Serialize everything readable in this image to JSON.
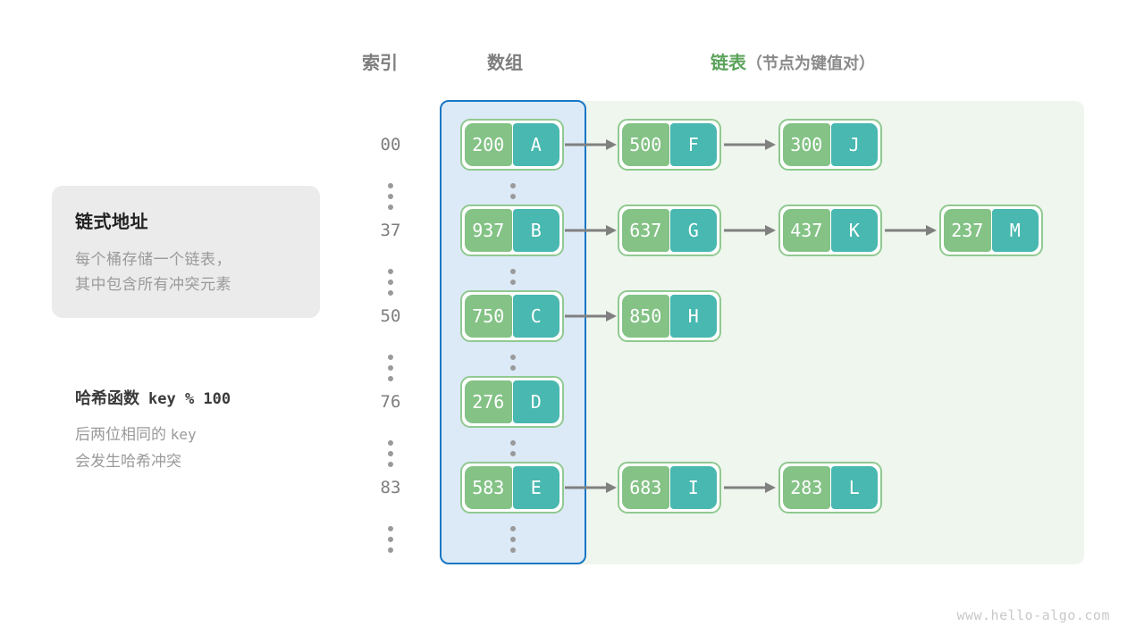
{
  "headers": {
    "index": "索引",
    "array": "数组",
    "list_main": "链表",
    "list_sub": "（节点为键值对）"
  },
  "info_card": {
    "title": "链式地址",
    "line1": "每个桶存储一个链表，",
    "line2": "其中包含所有冲突元素"
  },
  "hash_note": {
    "title_label": "哈希函数",
    "title_code": "key % 100",
    "line1_prefix": "后两位相同的",
    "line1_code": "key",
    "line2": "会发生哈希冲突"
  },
  "colors": {
    "array_panel_bg": "#dceaf7",
    "array_panel_border": "#1877c4",
    "list_panel_bg": "#eef6ee",
    "node_border": "#90c990",
    "key_cell": "#84c286",
    "value_cell": "#48b8b0",
    "arrow": "#808080",
    "accent_green": "#5ca35c",
    "text_gray": "#7d7d7d"
  },
  "rows": [
    {
      "index": "00",
      "bucket": {
        "key": "200",
        "value": "A"
      },
      "chain": [
        {
          "key": "500",
          "value": "F"
        },
        {
          "key": "300",
          "value": "J"
        }
      ]
    },
    {
      "index": "37",
      "bucket": {
        "key": "937",
        "value": "B"
      },
      "chain": [
        {
          "key": "637",
          "value": "G"
        },
        {
          "key": "437",
          "value": "K"
        },
        {
          "key": "237",
          "value": "M"
        }
      ]
    },
    {
      "index": "50",
      "bucket": {
        "key": "750",
        "value": "C"
      },
      "chain": [
        {
          "key": "850",
          "value": "H"
        }
      ]
    },
    {
      "index": "76",
      "bucket": {
        "key": "276",
        "value": "D"
      },
      "chain": []
    },
    {
      "index": "83",
      "bucket": {
        "key": "583",
        "value": "E"
      },
      "chain": [
        {
          "key": "683",
          "value": "I"
        },
        {
          "key": "283",
          "value": "L"
        }
      ]
    }
  ],
  "watermark": "www.hello-algo.com"
}
